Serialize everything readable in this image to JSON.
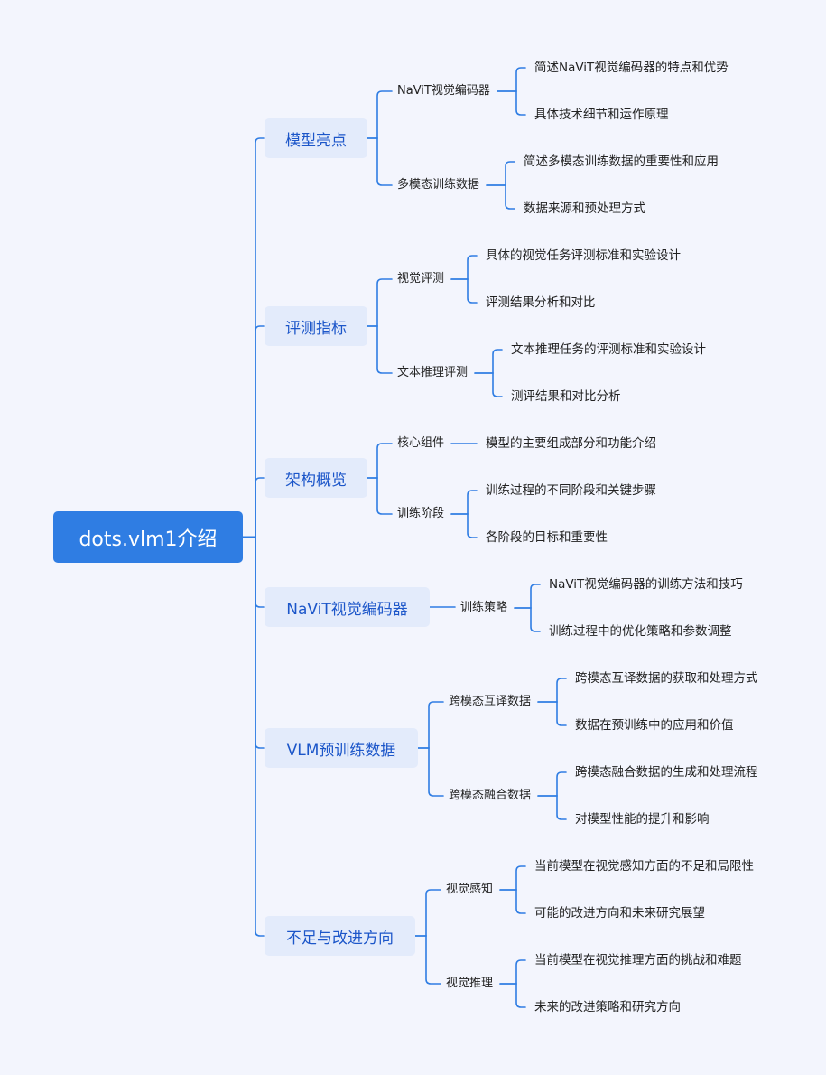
{
  "root": "dots.vlm1介绍",
  "branches": [
    {
      "label": "模型亮点",
      "subs": [
        {
          "label": "NaViT视觉编码器",
          "leaves": [
            "简述NaViT视觉编码器的特点和优势",
            "具体技术细节和运作原理"
          ]
        },
        {
          "label": "多模态训练数据",
          "leaves": [
            "简述多模态训练数据的重要性和应用",
            "数据来源和预处理方式"
          ]
        }
      ]
    },
    {
      "label": "评测指标",
      "subs": [
        {
          "label": "视觉评测",
          "leaves": [
            "具体的视觉任务评测标准和实验设计",
            "评测结果分析和对比"
          ]
        },
        {
          "label": "文本推理评测",
          "leaves": [
            "文本推理任务的评测标准和实验设计",
            "测评结果和对比分析"
          ]
        }
      ]
    },
    {
      "label": "架构概览",
      "subs": [
        {
          "label": "核心组件",
          "leaves": [
            "模型的主要组成部分和功能介绍"
          ]
        },
        {
          "label": "训练阶段",
          "leaves": [
            "训练过程的不同阶段和关键步骤",
            "各阶段的目标和重要性"
          ]
        }
      ]
    },
    {
      "label": "NaViT视觉编码器",
      "subs": [
        {
          "label": "训练策略",
          "leaves": [
            "NaViT视觉编码器的训练方法和技巧",
            "训练过程中的优化策略和参数调整"
          ]
        }
      ]
    },
    {
      "label": "VLM预训练数据",
      "subs": [
        {
          "label": "跨模态互译数据",
          "leaves": [
            "跨模态互译数据的获取和处理方式",
            "数据在预训练中的应用和价值"
          ]
        },
        {
          "label": "跨模态融合数据",
          "leaves": [
            "跨模态融合数据的生成和处理流程",
            "对模型性能的提升和影响"
          ]
        }
      ]
    },
    {
      "label": "不足与改进方向",
      "subs": [
        {
          "label": "视觉感知",
          "leaves": [
            "当前模型在视觉感知方面的不足和局限性",
            "可能的改进方向和未来研究展望"
          ]
        },
        {
          "label": "视觉推理",
          "leaves": [
            "当前模型在视觉推理方面的挑战和难题",
            "未来的改进策略和研究方向"
          ]
        }
      ]
    }
  ]
}
